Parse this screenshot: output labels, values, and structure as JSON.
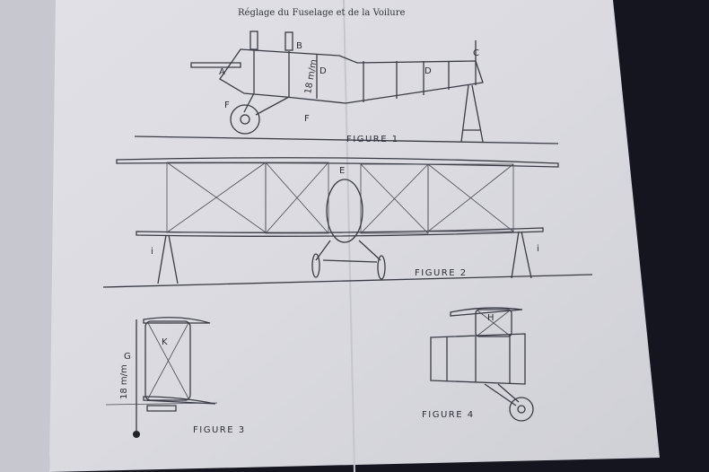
{
  "page": {
    "title": "Réglage du Fuselage et de la Voilure",
    "background_color": "#d9d9df",
    "ink_color": "#3a3a44"
  },
  "figure1": {
    "caption": "FIGURE 1",
    "labels": {
      "a": "A",
      "b": "B",
      "c": "C",
      "d1": "D",
      "d2": "D",
      "f1": "F",
      "f2": "F",
      "measure": "18 m/m"
    }
  },
  "figure2": {
    "caption": "FIGURE 2",
    "labels": {
      "e": "E",
      "i1": "i",
      "i2": "i"
    }
  },
  "figure3": {
    "caption": "FIGURE 3",
    "labels": {
      "k": "K",
      "g": "G",
      "measure": "18 m/m"
    }
  },
  "figure4": {
    "caption": "FIGURE 4",
    "labels": {
      "h": "H"
    }
  }
}
